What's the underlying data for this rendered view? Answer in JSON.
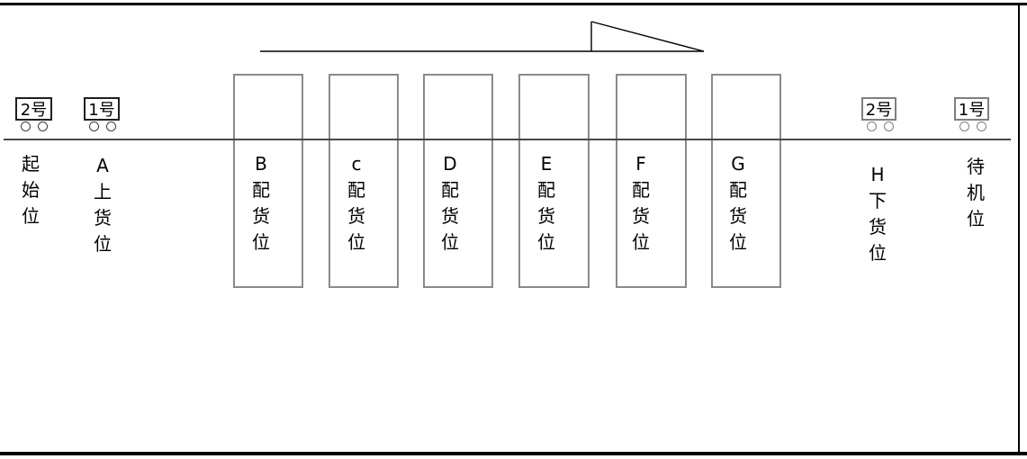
{
  "stations": [
    {
      "id": "start",
      "label": "起始位",
      "lines": [
        "起",
        "始",
        "位"
      ]
    },
    {
      "id": "A",
      "label": "A上货位",
      "lines": [
        "A",
        "上",
        "货",
        "位"
      ]
    },
    {
      "id": "B",
      "label": "B配货位",
      "lines": [
        "B",
        "配",
        "货",
        "位"
      ]
    },
    {
      "id": "C",
      "label": "c配货位",
      "lines": [
        "c",
        "配",
        "货",
        "位"
      ]
    },
    {
      "id": "D",
      "label": "D配货位",
      "lines": [
        "D",
        "配",
        "货",
        "位"
      ]
    },
    {
      "id": "E",
      "label": "E配货位",
      "lines": [
        "E",
        "配",
        "货",
        "位"
      ]
    },
    {
      "id": "F",
      "label": "F配货位",
      "lines": [
        "F",
        "配",
        "货",
        "位"
      ]
    },
    {
      "id": "G",
      "label": "G配货位",
      "lines": [
        "G",
        "配",
        "货",
        "位"
      ]
    },
    {
      "id": "H",
      "label": "H下货位",
      "lines": [
        "H",
        "下",
        "货",
        "位"
      ]
    },
    {
      "id": "standby",
      "label": "待机位",
      "lines": [
        "待",
        "机",
        "位"
      ]
    }
  ],
  "carts": [
    {
      "label": "2号",
      "side": "left"
    },
    {
      "label": "1号",
      "side": "left"
    },
    {
      "label": "2号",
      "side": "right"
    },
    {
      "label": "1号",
      "side": "right"
    }
  ],
  "colors": {
    "frame": "#000000",
    "track_line": "#474747",
    "station_box_border": "#8a8a8a",
    "cart_left_border": "#1f1f1f",
    "cart_right_border": "#7f7f7f",
    "flag_line": "#000000",
    "text": "#000000"
  }
}
